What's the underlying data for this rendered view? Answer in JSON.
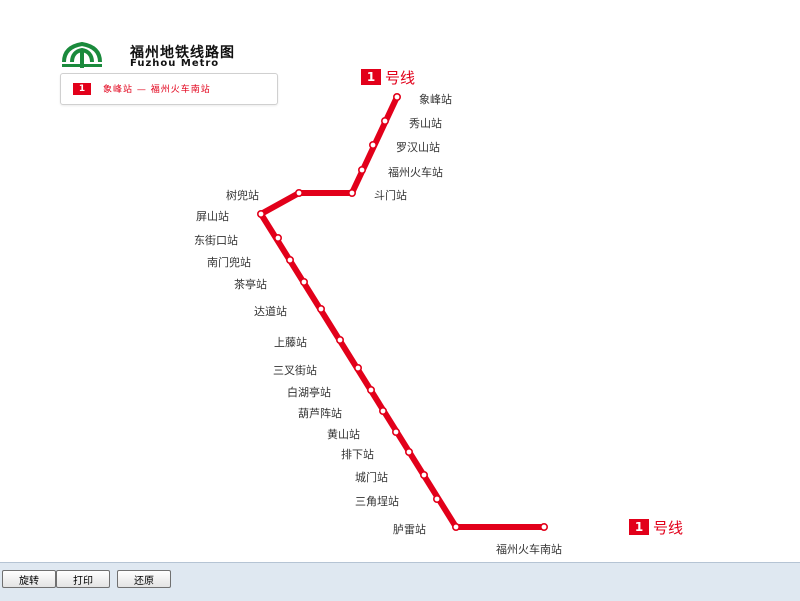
{
  "header": {
    "title_cn": "福州地铁线路图",
    "title_en": "Fuzhou Metro"
  },
  "legend": {
    "badge": "1",
    "text": "象峰站 — 福州火车南站"
  },
  "line_tags": {
    "top": {
      "badge": "1",
      "text": "号线"
    },
    "bottom": {
      "badge": "1",
      "text": "号线"
    }
  },
  "line_color": "#e2001a",
  "stations": [
    "象峰站",
    "秀山站",
    "罗汉山站",
    "福州火车站",
    "斗门站",
    "树兜站",
    "屏山站",
    "东街口站",
    "南门兜站",
    "茶亭站",
    "达道站",
    "上藤站",
    "三叉街站",
    "白湖亭站",
    "葫芦阵站",
    "黄山站",
    "排下站",
    "城门站",
    "三角埕站",
    "胪雷站",
    "福州火车南站"
  ],
  "toolbar": {
    "rotate": "旋转",
    "print": "打印",
    "restore": "还原"
  }
}
